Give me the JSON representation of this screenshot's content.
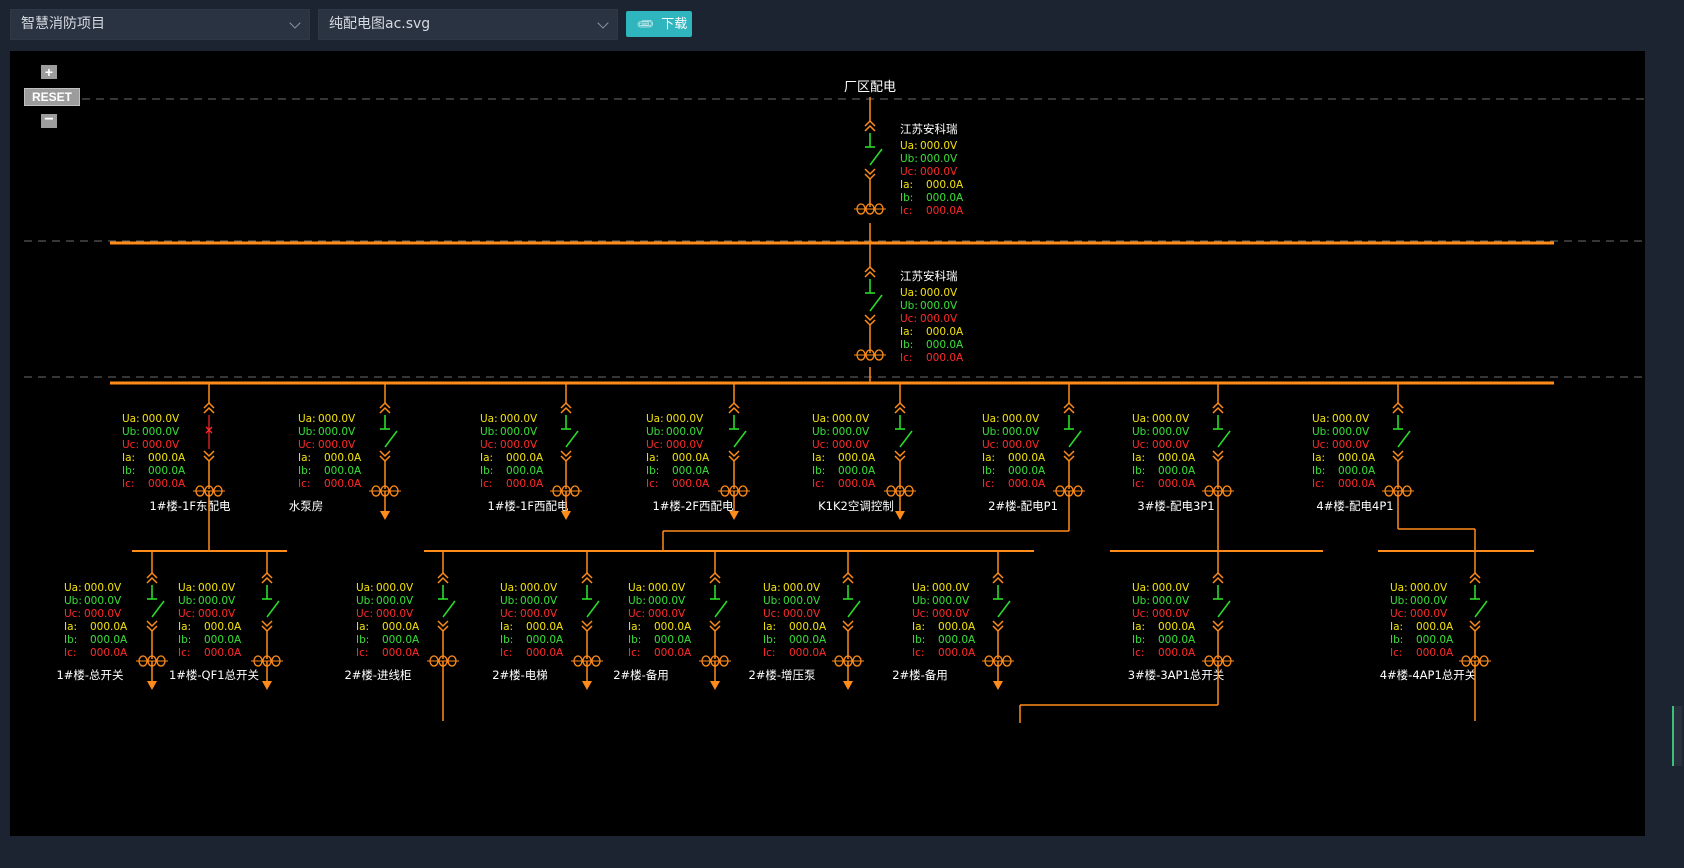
{
  "toolbar": {
    "project_select": "智慧消防项目",
    "file_select": "纯配电图ac.svg",
    "download_label": "下载",
    "download_icon": "paperclip-icon"
  },
  "zoom": {
    "plus": "+",
    "reset": "RESET",
    "minus": "−"
  },
  "diagram": {
    "title": "厂区配电",
    "top_panels": [
      {
        "name": "江苏安科瑞",
        "Ua": "000.0V",
        "Ub": "000.0V",
        "Uc": "000.0V",
        "Ia": "000.0A",
        "Ib": "000.0A",
        "Ic": "000.0A"
      },
      {
        "name": "江苏安科瑞",
        "Ua": "000.0V",
        "Ub": "000.0V",
        "Uc": "000.0V",
        "Ia": "000.0A",
        "Ib": "000.0A",
        "Ic": "000.0A"
      }
    ],
    "branches": [
      {
        "label": "1#楼-1F东配电",
        "Ua": "000.0V",
        "Ub": "000.0V",
        "Uc": "000.0V",
        "Ia": "000.0A",
        "Ib": "000.0A",
        "Ic": "000.0A"
      },
      {
        "label": "水泵房",
        "Ua": "000.0V",
        "Ub": "000.0V",
        "Uc": "000.0V",
        "Ia": "000.0A",
        "Ib": "000.0A",
        "Ic": "000.0A"
      },
      {
        "label": "1#楼-1F西配电",
        "Ua": "000.0V",
        "Ub": "000.0V",
        "Uc": "000.0V",
        "Ia": "000.0A",
        "Ib": "000.0A",
        "Ic": "000.0A"
      },
      {
        "label": "1#楼-2F西配电",
        "Ua": "000.0V",
        "Ub": "000.0V",
        "Uc": "000.0V",
        "Ia": "000.0A",
        "Ib": "000.0A",
        "Ic": "000.0A"
      },
      {
        "label": "K1K2空调控制",
        "Ua": "000.0V",
        "Ub": "000.0V",
        "Uc": "000.0V",
        "Ia": "000.0A",
        "Ib": "000.0A",
        "Ic": "000.0A"
      },
      {
        "label": "2#楼-配电P1",
        "Ua": "000.0V",
        "Ub": "000.0V",
        "Uc": "000.0V",
        "Ia": "000.0A",
        "Ib": "000.0A",
        "Ic": "000.0A"
      },
      {
        "label": "3#楼-配电3P1",
        "Ua": "000.0V",
        "Ub": "000.0V",
        "Uc": "000.0V",
        "Ia": "000.0A",
        "Ib": "000.0A",
        "Ic": "000.0A"
      },
      {
        "label": "4#楼-配电4P1",
        "Ua": "000.0V",
        "Ub": "000.0V",
        "Uc": "000.0V",
        "Ia": "000.0A",
        "Ib": "000.0A",
        "Ic": "000.0A"
      }
    ],
    "sub_branches": [
      {
        "label": "1#楼-总开关",
        "Ua": "000.0V",
        "Ub": "000.0V",
        "Uc": "000.0V",
        "Ia": "000.0A",
        "Ib": "000.0A",
        "Ic": "000.0A"
      },
      {
        "label": "1#楼-QF1总开关",
        "Ua": "000.0V",
        "Ub": "000.0V",
        "Uc": "000.0V",
        "Ia": "000.0A",
        "Ib": "000.0A",
        "Ic": "000.0A"
      },
      {
        "label": "2#楼-进线柜",
        "Ua": "000.0V",
        "Ub": "000.0V",
        "Uc": "000.0V",
        "Ia": "000.0A",
        "Ib": "000.0A",
        "Ic": "000.0A"
      },
      {
        "label": "2#楼-电梯",
        "Ua": "000.0V",
        "Ub": "000.0V",
        "Uc": "000.0V",
        "Ia": "000.0A",
        "Ib": "000.0A",
        "Ic": "000.0A"
      },
      {
        "label": "2#楼-备用",
        "Ua": "000.0V",
        "Ub": "000.0V",
        "Uc": "000.0V",
        "Ia": "000.0A",
        "Ib": "000.0A",
        "Ic": "000.0A"
      },
      {
        "label": "2#楼-增压泵",
        "Ua": "000.0V",
        "Ub": "000.0V",
        "Uc": "000.0V",
        "Ia": "000.0A",
        "Ib": "000.0A",
        "Ic": "000.0A"
      },
      {
        "label": "2#楼-备用",
        "Ua": "000.0V",
        "Ub": "000.0V",
        "Uc": "000.0V",
        "Ia": "000.0A",
        "Ib": "000.0A",
        "Ic": "000.0A"
      },
      {
        "label": "3#楼-3AP1总开关",
        "Ua": "000.0V",
        "Ub": "000.0V",
        "Uc": "000.0V",
        "Ia": "000.0A",
        "Ib": "000.0A",
        "Ic": "000.0A"
      },
      {
        "label": "4#楼-4AP1总开关",
        "Ua": "000.0V",
        "Ub": "000.0V",
        "Uc": "000.0V",
        "Ia": "000.0A",
        "Ib": "000.0A",
        "Ic": "000.0A"
      }
    ],
    "readout_labels": {
      "Ua": "Ua:",
      "Ub": "Ub:",
      "Uc": "Uc:",
      "Ia": "Ia:",
      "Ib": "Ib:",
      "Ic": "Ic:"
    },
    "colors": {
      "bus": "#ff8c1a",
      "switch": "#2bd92b",
      "grid_dash": "#6b6b6b",
      "text_white": "#ffffff",
      "ua": "#f2e20f",
      "ub": "#38e038",
      "uc": "#ff2a2a",
      "ia": "#f2e20f",
      "ib": "#38e038",
      "ic": "#ff2a2a",
      "fault_mark": "#ff2a2a"
    }
  }
}
